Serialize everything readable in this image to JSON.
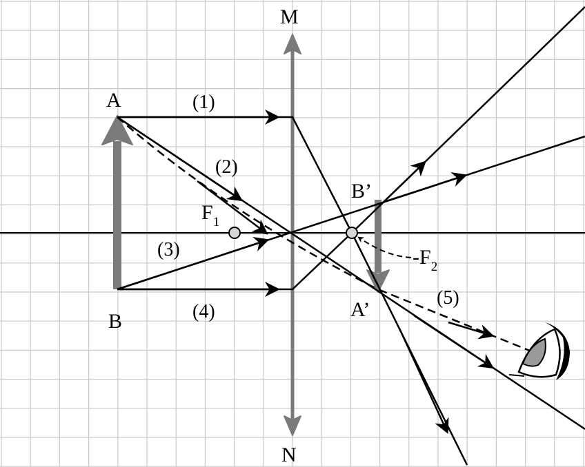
{
  "labels": {
    "m": "M",
    "n": "N",
    "a": "A",
    "b": "B",
    "a_prime": "A’",
    "b_prime": "B’",
    "f": "F",
    "f1_sub": "1",
    "f2_dash": "-F",
    "f2_sub": "2",
    "ray1": "(1)",
    "ray2": "(2)",
    "ray3": "(3)",
    "ray4": "(4)",
    "ray5": "(5)"
  },
  "colors": {
    "grid": "#c9c9c9",
    "gray": "#7a7a7a",
    "ink": "#000000",
    "eye_fill": "#9a9a9a"
  }
}
